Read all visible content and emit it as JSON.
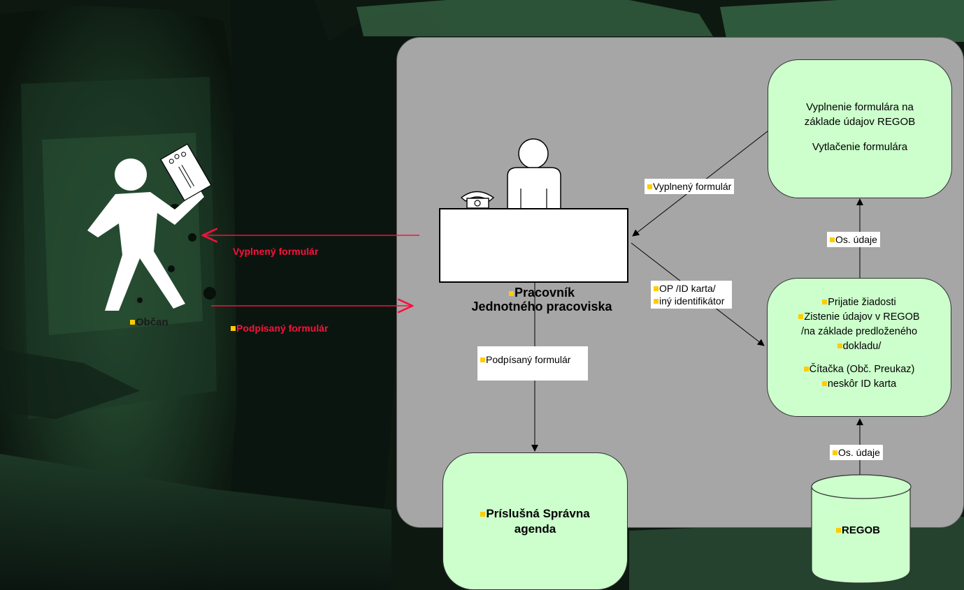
{
  "colors": {
    "panel": "#a6a6a6",
    "box_fill": "#ccffcc",
    "red_arrow": "#ff0f3c",
    "bullet": "#ffcc00",
    "background": "#0f1a12"
  },
  "citizen": {
    "label": "Občan",
    "icon": "walking-person-with-letter-icon"
  },
  "red_labels": {
    "returned_form": "Vyplnený formulár",
    "signed_form": "Podpísaný formulár"
  },
  "worker": {
    "icon": "person-at-desk-with-phone-icon",
    "name_line1": "Pracovník",
    "name_line2": "Jednotného pracoviska"
  },
  "flow_labels": {
    "filled_form": "Vyplnený formulár",
    "os_udaje_top": "Os. údaje",
    "op_id_line1": "OP /ID karta/",
    "op_id_line2": "iný identifikátor",
    "signed_form_down": "Podpísaný formulár",
    "os_udaje_bottom": "Os. údaje"
  },
  "form_box": {
    "line1": "Vyplnenie formulára na",
    "line2": "základe údajov REGOB",
    "line3": "Vytlačenie formulára"
  },
  "request_box": {
    "line1": "Prijatie žiadosti",
    "line2": "Zistenie údajov v REGOB",
    "line3": "/na základe predloženého",
    "line4": "dokladu/",
    "line5": "Čítačka (Obč. Preukaz)",
    "line6": "neskôr ID karta"
  },
  "agenda_box": {
    "line1": "Príslušná Správna",
    "line2": "agenda"
  },
  "database": {
    "label": "REGOB",
    "icon": "database-cylinder-icon"
  }
}
